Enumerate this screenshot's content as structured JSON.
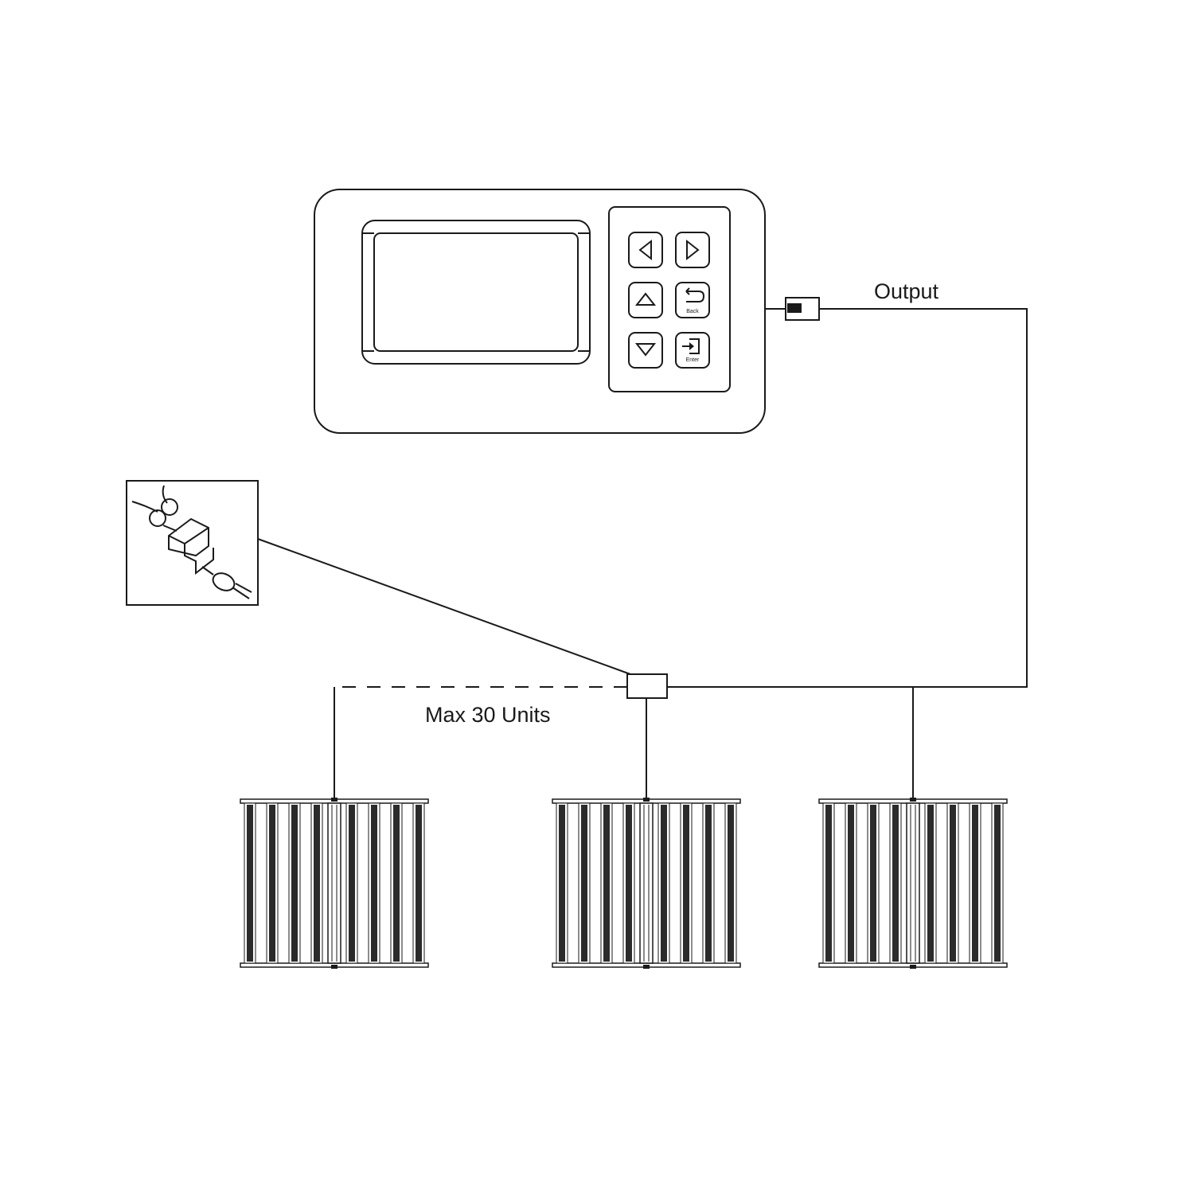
{
  "labels": {
    "output": "Output",
    "max_units": "Max 30 Units"
  },
  "controller": {
    "keys": [
      {
        "id": "left",
        "icon": "arrow-left-icon",
        "caption": ""
      },
      {
        "id": "right",
        "icon": "arrow-right-icon",
        "caption": ""
      },
      {
        "id": "up",
        "icon": "arrow-up-icon",
        "caption": ""
      },
      {
        "id": "back",
        "icon": "back-return-icon",
        "caption": "Back"
      },
      {
        "id": "down",
        "icon": "arrow-down-icon",
        "caption": ""
      },
      {
        "id": "enter",
        "icon": "enter-icon",
        "caption": "Enter"
      }
    ]
  },
  "fixtures": [
    {
      "name": "light-fixture-1"
    },
    {
      "name": "light-fixture-2"
    },
    {
      "name": "light-fixture-3"
    }
  ],
  "colors": {
    "line": "#1a1a1a",
    "bar": "#2b2b2b",
    "background": "#ffffff"
  }
}
